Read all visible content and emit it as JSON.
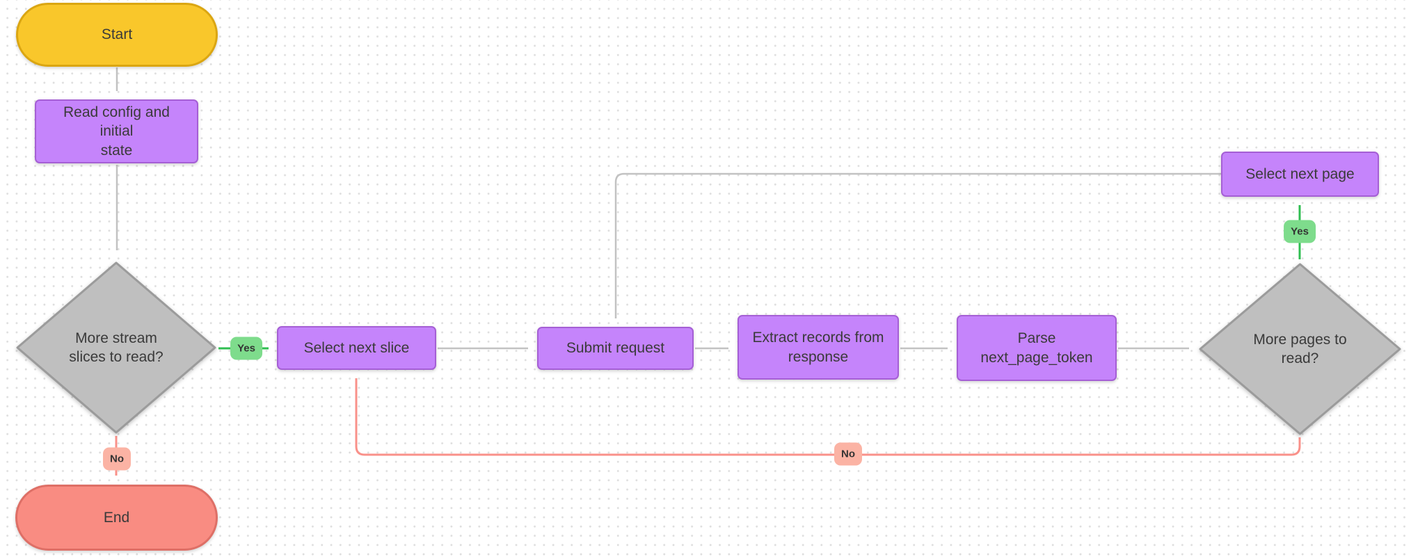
{
  "nodes": {
    "start": {
      "label": "Start",
      "type": "terminal"
    },
    "read_config": {
      "label": "Read config and initial\nstate",
      "type": "process"
    },
    "more_slices": {
      "label": "More stream\nslices to read?",
      "type": "decision"
    },
    "select_next_slice": {
      "label": "Select next slice",
      "type": "process"
    },
    "submit_request": {
      "label": "Submit request",
      "type": "process"
    },
    "extract_records": {
      "label": "Extract records from\nresponse",
      "type": "process"
    },
    "parse_token": {
      "label": "Parse\nnext_page_token",
      "type": "process"
    },
    "more_pages": {
      "label": "More pages to\nread?",
      "type": "decision"
    },
    "select_next_page": {
      "label": "Select next page",
      "type": "process"
    },
    "end": {
      "label": "End",
      "type": "terminal"
    }
  },
  "labels": {
    "yes": "Yes",
    "no": "No"
  },
  "colors": {
    "start_fill": "#F9C72B",
    "start_border": "#DBA612",
    "process_fill": "#C584FB",
    "process_border": "#A55FD5",
    "decision_fill": "#BFBFBF",
    "decision_border": "#9B9B9B",
    "end_fill": "#F98C82",
    "end_border": "#DE6F66",
    "edge_gray": "#C2C2C2",
    "edge_green": "#2FBE50",
    "edge_pink": "#F9918A",
    "yes_fill": "#7EDC8C",
    "no_fill": "#FBB3A4",
    "text": "#3A3A3A",
    "canvas_bg": "#FFFFFF",
    "grid_dot": "#DEDEDE"
  }
}
